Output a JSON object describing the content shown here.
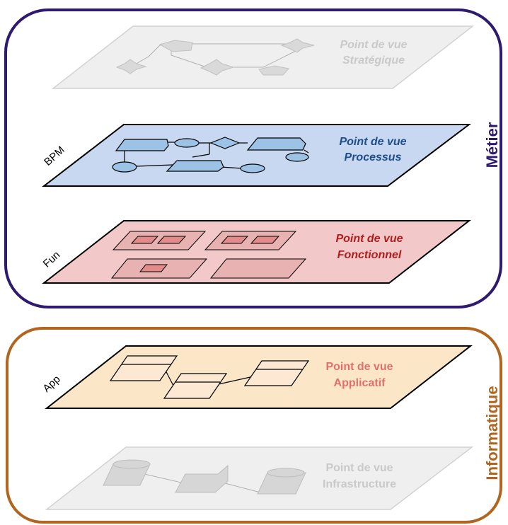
{
  "groups": {
    "metier": {
      "label": "Métier",
      "color": "#2e1a6e"
    },
    "informatique": {
      "label": "Informatique",
      "color": "#b2651e"
    }
  },
  "layers": {
    "strategique": {
      "title_line1": "Point de vue",
      "title_line2": "Stratégique",
      "side_label": "",
      "text_color": "#c9c9c9"
    },
    "processus": {
      "title_line1": "Point de vue",
      "title_line2": "Processus",
      "side_label": "BPM",
      "text_color": "#1f4e8c"
    },
    "fonctionnel": {
      "title_line1": "Point de vue",
      "title_line2": "Fonctionnel",
      "side_label": "Fun",
      "text_color": "#b01e1e"
    },
    "applicatif": {
      "title_line1": "Point de vue",
      "title_line2": "Applicatif",
      "side_label": "App",
      "text_color": "#e07070"
    },
    "infrastructure": {
      "title_line1": "Point de vue",
      "title_line2": "Infrastructure",
      "side_label": "",
      "text_color": "#c9c9c9"
    }
  },
  "colors": {
    "processus_fill": "#c7d8f0",
    "fonctionnel_fill": "#f2c8c8",
    "applicatif_fill": "#fbe7c8",
    "ghost_fill": "#eeeeee"
  }
}
